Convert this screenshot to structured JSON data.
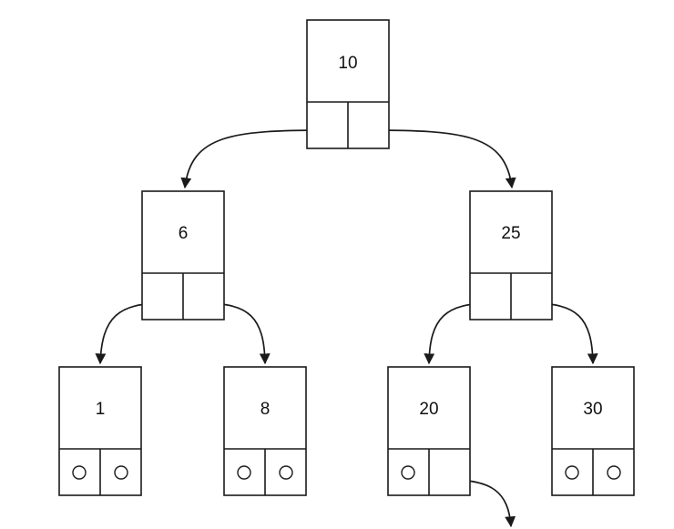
{
  "tree": {
    "nodes": [
      {
        "id": "n10",
        "label": "10",
        "left": "n6",
        "right": "n25"
      },
      {
        "id": "n6",
        "label": "6",
        "left": "n1",
        "right": "n8"
      },
      {
        "id": "n25",
        "label": "25",
        "left": "n20",
        "right": "n30"
      },
      {
        "id": "n1",
        "label": "1",
        "left": null,
        "right": null
      },
      {
        "id": "n8",
        "label": "8",
        "left": null,
        "right": null
      },
      {
        "id": "n20",
        "label": "20",
        "left": null,
        "right": "off-page"
      },
      {
        "id": "n30",
        "label": "30",
        "left": null,
        "right": null
      }
    ]
  }
}
